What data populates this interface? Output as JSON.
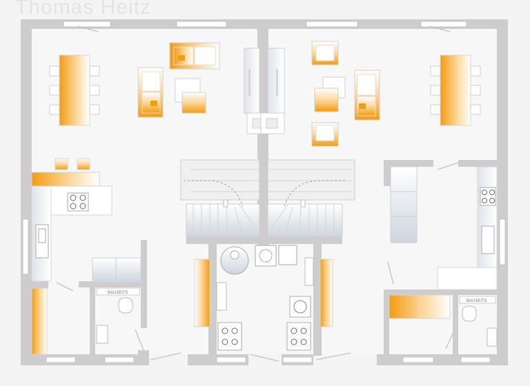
{
  "watermark": "Thomas Heitz",
  "plan": {
    "labels": {
      "left_bath": "BAUSEITS",
      "right_bath": "BAUSEITS"
    },
    "colors": {
      "wall": "#cfccce",
      "floor": "#f7f7f8",
      "furniture_accent": "#f39c12",
      "glass": "#e9f3f8"
    }
  }
}
